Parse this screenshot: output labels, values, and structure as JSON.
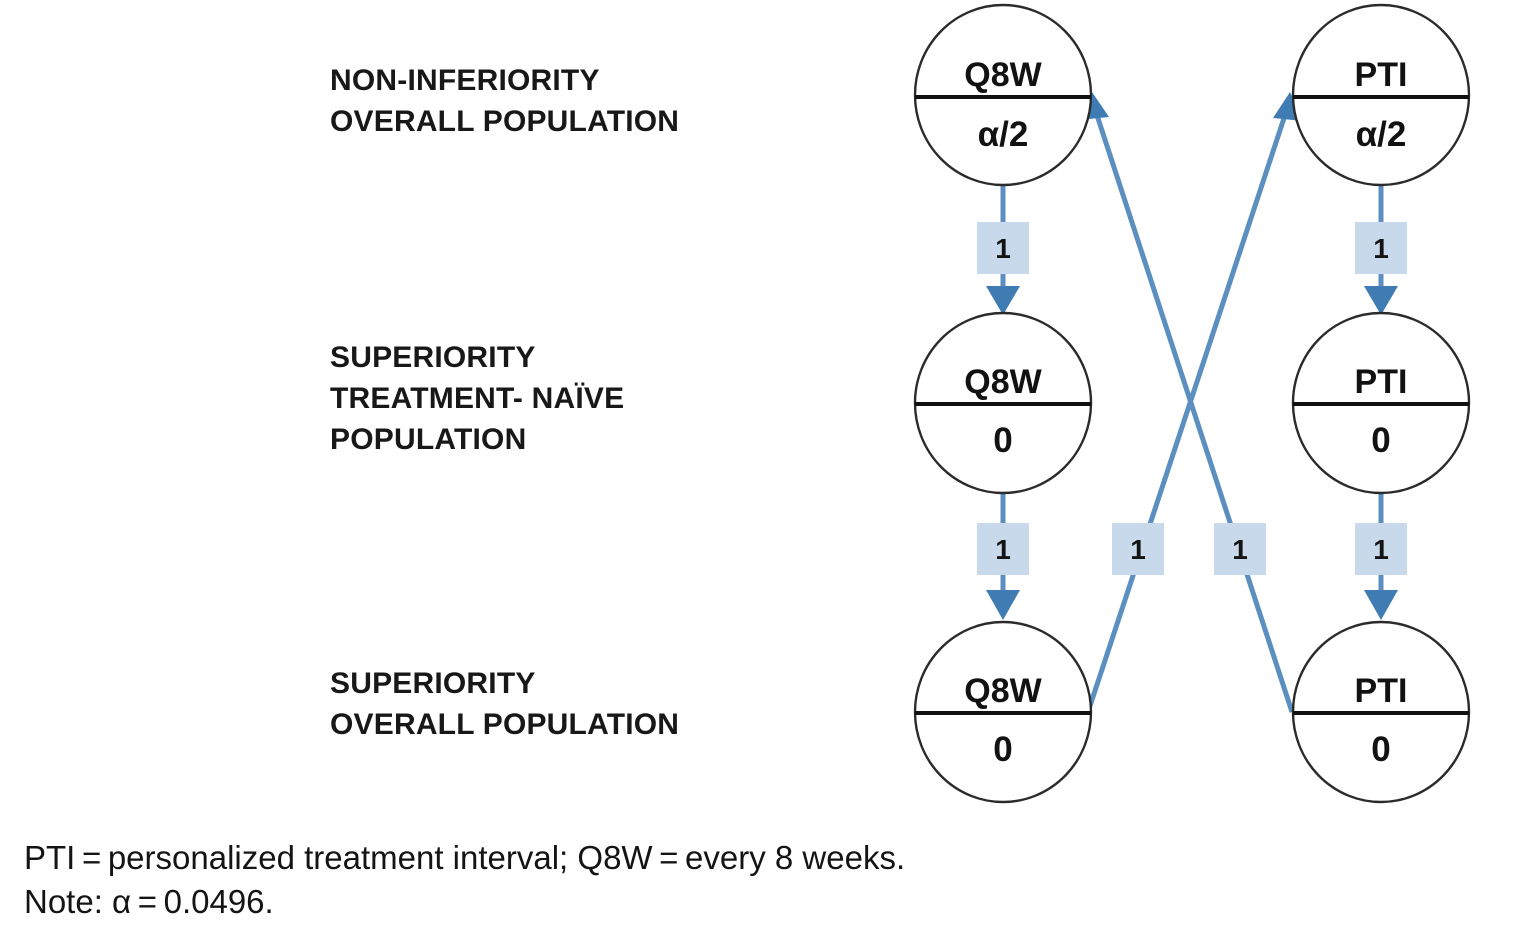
{
  "diagram": {
    "type": "graphical-multiplicity-testing-hierarchy",
    "title": "",
    "row_labels": [
      {
        "id": "non-inferiority",
        "text": "NON-INFERIORITY\nOVERALL POPULATION"
      },
      {
        "id": "superiority-naive",
        "text": "SUPERIORITY\nTREATMENT- NAÏVE\nPOPULATION"
      },
      {
        "id": "superiority-overall",
        "text": "SUPERIORITY\nOVERALL POPULATION"
      }
    ],
    "nodes": [
      {
        "id": "q8w-ni",
        "column": "left",
        "row": "non-inferiority",
        "top_label": "Q8W",
        "bottom_label": "α/2"
      },
      {
        "id": "pti-ni",
        "column": "right",
        "row": "non-inferiority",
        "top_label": "PTI",
        "bottom_label": "α/2"
      },
      {
        "id": "q8w-sn",
        "column": "left",
        "row": "superiority-naive",
        "top_label": "Q8W",
        "bottom_label": "0"
      },
      {
        "id": "pti-sn",
        "column": "right",
        "row": "superiority-naive",
        "top_label": "PTI",
        "bottom_label": "0"
      },
      {
        "id": "q8w-so",
        "column": "left",
        "row": "superiority-overall",
        "top_label": "Q8W",
        "bottom_label": "0"
      },
      {
        "id": "pti-so",
        "column": "right",
        "row": "superiority-overall",
        "top_label": "PTI",
        "bottom_label": "0"
      }
    ],
    "edges": [
      {
        "id": "e-q8w-ni-to-q8w-sn",
        "from": "q8w-ni",
        "to": "q8w-sn",
        "weight": "1",
        "kind": "vertical"
      },
      {
        "id": "e-pti-ni-to-pti-sn",
        "from": "pti-ni",
        "to": "pti-sn",
        "weight": "1",
        "kind": "vertical"
      },
      {
        "id": "e-q8w-sn-to-q8w-so",
        "from": "q8w-sn",
        "to": "q8w-so",
        "weight": "1",
        "kind": "vertical"
      },
      {
        "id": "e-pti-sn-to-pti-so",
        "from": "pti-sn",
        "to": "pti-so",
        "weight": "1",
        "kind": "vertical"
      },
      {
        "id": "e-q8w-so-to-pti-ni",
        "from": "q8w-so",
        "to": "pti-ni",
        "weight": "1",
        "kind": "diagonal"
      },
      {
        "id": "e-pti-so-to-q8w-ni",
        "from": "pti-so",
        "to": "q8w-ni",
        "weight": "1",
        "kind": "diagonal"
      }
    ],
    "colors": {
      "edge_stroke": "#5b8fc0",
      "arrow_head": "#3f7cb4",
      "weight_box_fill": "#c7d9ea",
      "node_stroke": "#2b2b2b",
      "node_fill": "#ffffff",
      "text": "#141414",
      "background": "#ffffff"
    }
  },
  "footnote": {
    "line1": "PTI = personalized treatment interval; Q8W = every 8 weeks.",
    "line2": "Note: α = 0.0496."
  }
}
